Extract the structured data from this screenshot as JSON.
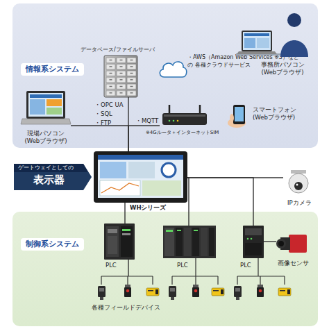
{
  "diagram": {
    "nodes": [
      {
        "text": [
          "情報系システム"
        ]
      },
      {
        "text": [
          "データベース/ファイルサーバ"
        ],
        "in": 0
      },
      {
        "text": [
          "・AWS（Amazon Web Services ※3）などの 各種クラウドサービス"
        ],
        "in": 0
      },
      {
        "text": [
          "事務所パソコン (Webブラウザ)"
        ],
        "in": 0
      },
      {
        "text": [
          "現場パソコン (Webブラウザ)"
        ],
        "in": 0
      },
      {
        "text": [
          "※4Gルータ＋インターネットSIM"
        ],
        "in": 0
      },
      {
        "text": [
          "スマートフォン (Webブラウザ)"
        ],
        "in": 0
      },
      {
        "text": [
          "ゲートウェイとしての",
          "表示器"
        ]
      },
      {
        "text": [
          "WHシリーズ"
        ]
      },
      {
        "text": [
          "IPカメラ"
        ]
      },
      {
        "text": [
          "制御系システム"
        ]
      },
      {
        "text": [
          "PLC"
        ],
        "in": 10
      },
      {
        "text": [
          "PLC"
        ],
        "in": 10
      },
      {
        "text": [
          "PLC"
        ],
        "in": 10
      },
      {
        "text": [
          "画像センサ"
        ],
        "in": 10
      },
      {
        "text": [
          "各種フィールドデバイス"
        ],
        "in": 10
      }
    ],
    "edges": [
      {
        "from": 4,
        "to": 8,
        "arrow": "none"
      },
      {
        "from": 1,
        "to": 8,
        "arrow": "none"
      },
      {
        "from": 5,
        "to": 8,
        "arrow": "none"
      },
      {
        "from": 8,
        "to": 9,
        "arrow": "none"
      },
      {
        "from": 8,
        "to": 11,
        "arrow": "none"
      },
      {
        "from": 8,
        "to": 12,
        "arrow": "none"
      },
      {
        "from": 8,
        "to": 13,
        "arrow": "none"
      },
      {
        "from": 13,
        "to": 14,
        "arrow": "none"
      },
      {
        "from": 11,
        "to": 15,
        "arrow": "none"
      }
    ],
    "labels": [
      "・OPC UA",
      "・SQL",
      "・FTP",
      "・MQTT"
    ]
  }
}
